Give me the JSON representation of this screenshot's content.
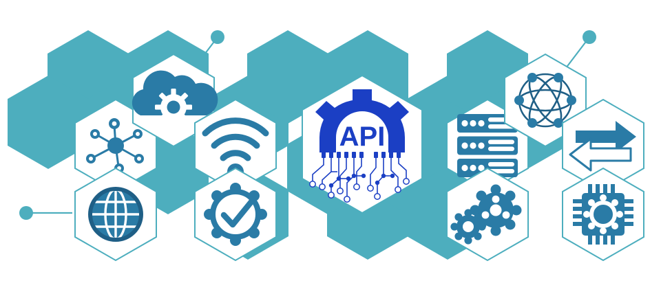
{
  "graphic": {
    "title": "API integration concept banner",
    "center_label": "API",
    "background_color": "#ffffff",
    "teal_color": "#4daebe",
    "icon_color": "#2a7ba6",
    "icon_dark_color": "#1f5f86",
    "api_blue_color": "#1b3fc4"
  },
  "icons": [
    {
      "id": "network-hub",
      "name": "network-hub-icon",
      "label": "Network hub"
    },
    {
      "id": "cloud-gear",
      "name": "cloud-gear-icon",
      "label": "Cloud service"
    },
    {
      "id": "wifi",
      "name": "wifi-icon",
      "label": "Wireless connectivity"
    },
    {
      "id": "globe",
      "name": "globe-icon",
      "label": "Global web"
    },
    {
      "id": "gear-check",
      "name": "gear-check-icon",
      "label": "Verified configuration"
    },
    {
      "id": "server-rack",
      "name": "server-rack-icon",
      "label": "Servers"
    },
    {
      "id": "atom-network",
      "name": "atom-network-icon",
      "label": "Connected nodes"
    },
    {
      "id": "exchange-arrows",
      "name": "exchange-arrows-icon",
      "label": "Data exchange"
    },
    {
      "id": "gears",
      "name": "gears-icon",
      "label": "Processing"
    },
    {
      "id": "microchip",
      "name": "microchip-icon",
      "label": "Microchip"
    }
  ],
  "connectors": [
    {
      "name": "connector-top-left",
      "label": "node"
    },
    {
      "name": "connector-top-right",
      "label": "node"
    },
    {
      "name": "connector-bottom-left",
      "label": "node"
    }
  ]
}
